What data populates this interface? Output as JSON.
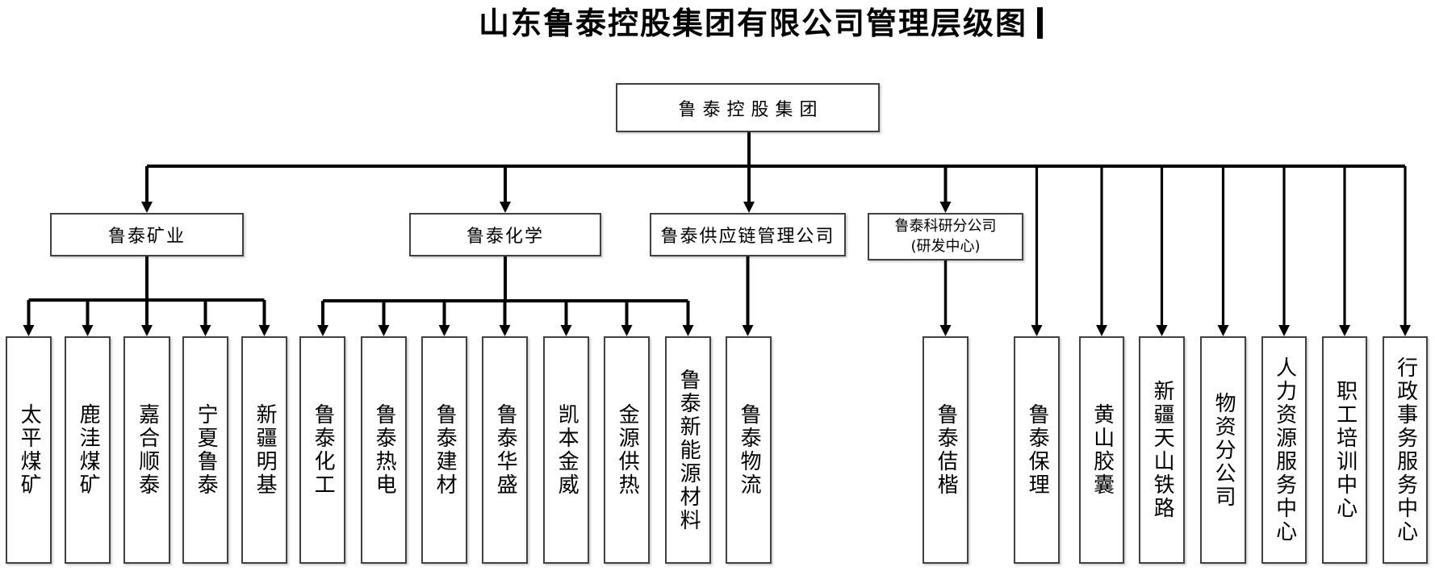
{
  "title": {
    "text": "山东鲁泰控股集团有限公司管理层级图"
  },
  "org": {
    "root": {
      "label": "鲁泰控股集团"
    },
    "level2": [
      {
        "label": "鲁泰矿业"
      },
      {
        "label": "鲁泰化学"
      },
      {
        "label": "鲁泰供应链管理公司"
      },
      {
        "label_line1": "鲁泰科研分公司",
        "label_line2": "(研发中心)"
      }
    ],
    "leaves": [
      {
        "label": "太平煤矿"
      },
      {
        "label": "鹿洼煤矿"
      },
      {
        "label": "嘉合顺泰"
      },
      {
        "label": "宁夏鲁泰"
      },
      {
        "label": "新疆明基"
      },
      {
        "label": "鲁泰化工"
      },
      {
        "label": "鲁泰热电"
      },
      {
        "label": "鲁泰建材"
      },
      {
        "label": "鲁泰华盛"
      },
      {
        "label": "凯本金威"
      },
      {
        "label": "金源供热"
      },
      {
        "label": "鲁泰新能源材料"
      },
      {
        "label": "鲁泰物流"
      },
      {
        "label": "鲁泰佶楷"
      },
      {
        "label": "鲁泰保理"
      },
      {
        "label": "黄山胶囊"
      },
      {
        "label": "新疆天山铁路"
      },
      {
        "label": "物资分公司"
      },
      {
        "label": "人力资源服务中心"
      },
      {
        "label": "职工培训中心"
      },
      {
        "label": "行政事务服务中心"
      }
    ]
  },
  "colors": {
    "background": "#ffffff",
    "line": "#000000",
    "box_border": "#404040",
    "text": "#000000"
  }
}
